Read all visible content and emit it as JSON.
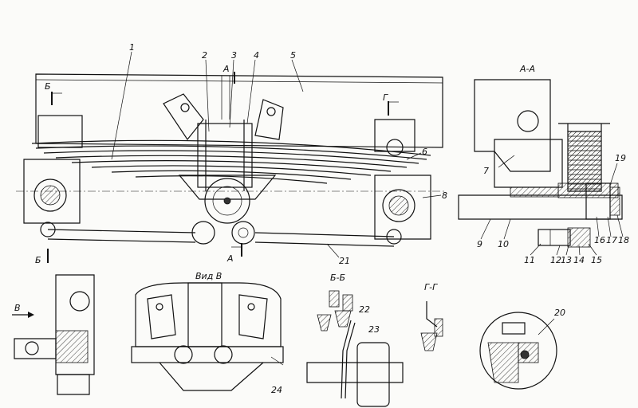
{
  "labels": {
    "n1": "1",
    "n2": "2",
    "n3": "3",
    "n4": "4",
    "n5": "5",
    "n6": "6",
    "n7": "7",
    "n8": "8",
    "n9": "9",
    "n10": "10",
    "n11": "11",
    "n12": "12",
    "n13": "13",
    "n14": "14",
    "n15": "15",
    "n16": "16",
    "n17": "17",
    "n18": "18",
    "n19": "19",
    "n20": "20",
    "n21": "21",
    "n22": "22",
    "n23": "23",
    "n24": "24"
  },
  "section_marks": {
    "b_left": "Б",
    "b_left_low": "Б",
    "g_top": "Г",
    "a_bottom": "А",
    "a_top": "А",
    "v_arrow": "В"
  },
  "views": {
    "aa": "А-А",
    "vid_v": "Вид В",
    "bb": "Б-Б",
    "gg": "Г-Г"
  }
}
